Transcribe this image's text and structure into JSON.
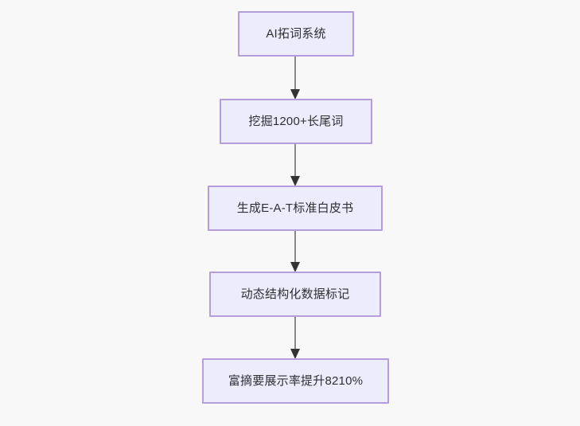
{
  "diagram": {
    "type": "flowchart",
    "direction": "top-to-bottom",
    "background_color": "#f8f8f8",
    "node_fill_color": "#ececfc",
    "node_border_color": "#b39ddb",
    "node_text_color": "#2f2f33",
    "edge_color": "#888888",
    "arrowhead_color": "#333333",
    "nodes": [
      {
        "id": "n1",
        "label": "AI拓词系统"
      },
      {
        "id": "n2",
        "label": "挖掘1200+长尾词"
      },
      {
        "id": "n3",
        "label": "生成E-A-T标准白皮书"
      },
      {
        "id": "n4",
        "label": "动态结构化数据标记"
      },
      {
        "id": "n5",
        "label": "富摘要展示率提升8210%"
      }
    ],
    "edges": [
      {
        "from": "n1",
        "to": "n2",
        "label": ""
      },
      {
        "from": "n2",
        "to": "n3",
        "label": ""
      },
      {
        "from": "n3",
        "to": "n4",
        "label": ""
      },
      {
        "from": "n4",
        "to": "n5",
        "label": ""
      }
    ]
  }
}
